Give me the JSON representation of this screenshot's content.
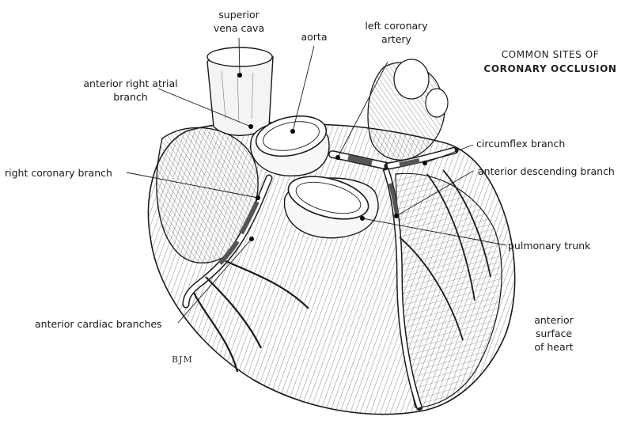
{
  "title": {
    "line1": "COMMON SITES OF",
    "line2": "CORONARY OCCLUSION"
  },
  "labels": {
    "superior_vena_cava": [
      "superior",
      "vena cava"
    ],
    "aorta": "aorta",
    "left_coronary_artery": [
      "left coronary",
      "artery"
    ],
    "anterior_right_atrial_branch": [
      "anterior right atrial",
      "branch"
    ],
    "circumflex_branch": "circumflex branch",
    "right_coronary_branch": "right coronary branch",
    "anterior_descending_branch": "anterior descending branch",
    "pulmonary_trunk": "pulmonary trunk",
    "anterior_cardiac_branches": "anterior cardiac branches",
    "anterior_surface_of_heart": [
      "anterior",
      "surface",
      "of heart"
    ]
  },
  "signature": "BJM",
  "colors": {
    "ink": "#1a1a1a",
    "occlusion": "#555555",
    "background": "#ffffff"
  }
}
